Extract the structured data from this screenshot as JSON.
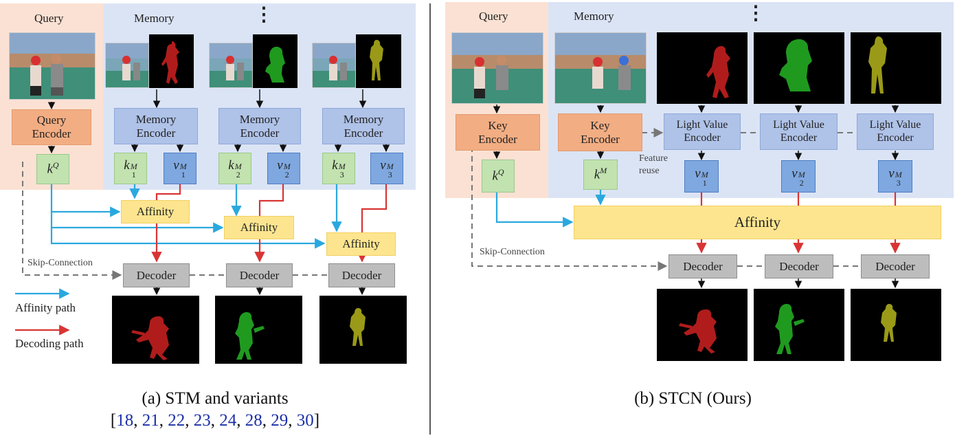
{
  "left": {
    "query_label": "Query",
    "memory_label": "Memory",
    "ellipsis": "⋮",
    "query_encoder": [
      "Query",
      "Encoder"
    ],
    "memory_encoder": [
      "Memory",
      "Encoder"
    ],
    "keyq": {
      "base": "k",
      "sup": "Q"
    },
    "k1": {
      "base": "k",
      "sup": "M",
      "sub": "1"
    },
    "v1": {
      "base": "v",
      "sup": "M",
      "sub": "1"
    },
    "k2": {
      "base": "k",
      "sup": "M",
      "sub": "2"
    },
    "v2": {
      "base": "v",
      "sup": "M",
      "sub": "2"
    },
    "k3": {
      "base": "k",
      "sup": "M",
      "sub": "3"
    },
    "v3": {
      "base": "v",
      "sup": "M",
      "sub": "3"
    },
    "affinity": "Affinity",
    "decoder": "Decoder",
    "skip_connection": "Skip-Connection",
    "legend_affinity": "Affinity path",
    "legend_decoding": "Decoding path",
    "caption_line1": "(a) STM and variants",
    "citations": [
      "18",
      "21",
      "22",
      "23",
      "24",
      "28",
      "29",
      "30"
    ]
  },
  "right": {
    "query_label": "Query",
    "memory_label": "Memory",
    "ellipsis": "⋮",
    "key_encoder": [
      "Key",
      "Encoder"
    ],
    "light_value_encoder": [
      "Light Value",
      "Encoder"
    ],
    "keyq": {
      "base": "k",
      "sup": "Q"
    },
    "keym": {
      "base": "k",
      "sup": "M"
    },
    "v1": {
      "base": "v",
      "sup": "M",
      "sub": "1"
    },
    "v2": {
      "base": "v",
      "sup": "M",
      "sub": "2"
    },
    "v3": {
      "base": "v",
      "sup": "M",
      "sub": "3"
    },
    "feature_reuse": [
      "Feature",
      "reuse"
    ],
    "affinity": "Affinity",
    "decoder": "Decoder",
    "skip_connection": "Skip-Connection",
    "caption": "(b) STCN (Ours)"
  },
  "colors": {
    "query_bg": "#fbe1d3",
    "memory_bg": "#dbe4f5",
    "affinity_path": "#2aa8de",
    "decoding_path": "#d93434",
    "mask_1": "#b01c1c",
    "mask_2": "#1f9a1f",
    "mask_3": "#9a9a18",
    "citation": "#1b2fa8"
  },
  "icons": {
    "boxer_frame": "boxing-frame-thumbnail",
    "mask_frame": "segmentation-mask-thumbnail"
  }
}
